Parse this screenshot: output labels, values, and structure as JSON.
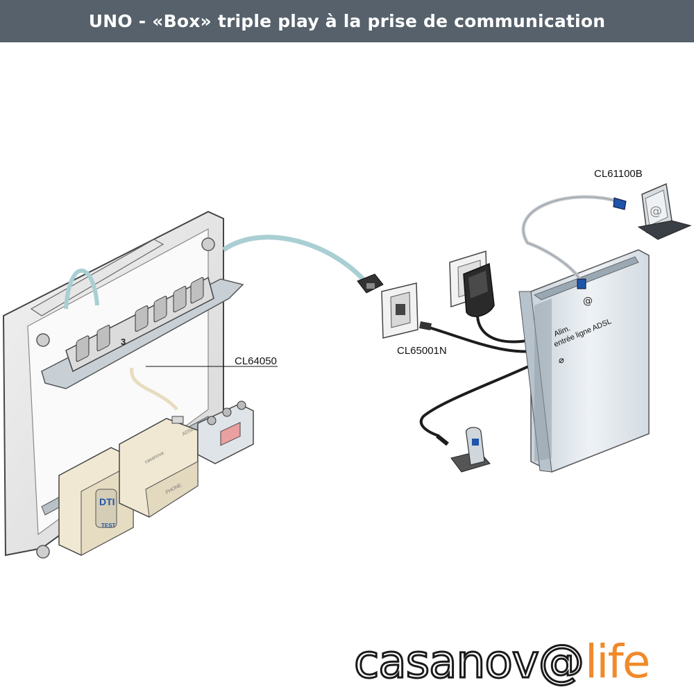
{
  "header": {
    "title": "UNO - «Box» triple play à la prise de communication"
  },
  "labels": {
    "cl61100b": "CL61100B",
    "cl64050": "CL64050",
    "cl65001n": "CL65001N"
  },
  "panel": {
    "module_number": "3",
    "dti_label": "DTI",
    "test_label": "TEST",
    "adsl_label": "ADSL",
    "phone_label": "PHONE",
    "brand": "casanova"
  },
  "box": {
    "at_symbol": "@",
    "power_label": "Alim.",
    "adsl_input_label": "entrée ligne ADSL"
  },
  "laptop": {
    "screen_symbol": "@"
  },
  "logo": {
    "main": "casanov@",
    "accent": "life"
  },
  "colors": {
    "header_bg": "#56616b",
    "logo_accent": "#f08a2a",
    "cable_light": "#a9cfd3",
    "cable_dark": "#1d1d1d"
  }
}
